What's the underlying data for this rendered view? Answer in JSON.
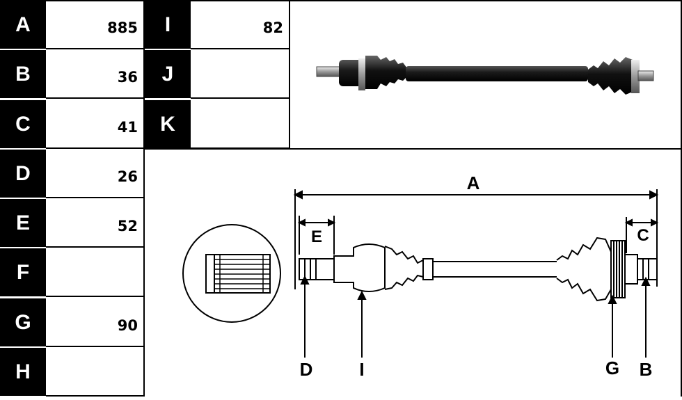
{
  "spec_table": {
    "left_rows": [
      {
        "label": "A",
        "value": "885"
      },
      {
        "label": "B",
        "value": "36"
      },
      {
        "label": "C",
        "value": "41"
      },
      {
        "label": "D",
        "value": "26"
      },
      {
        "label": "E",
        "value": "52"
      },
      {
        "label": "F",
        "value": ""
      },
      {
        "label": "G",
        "value": "90"
      },
      {
        "label": "H",
        "value": ""
      }
    ],
    "right_rows": [
      {
        "label": "I",
        "value": "82"
      },
      {
        "label": "J",
        "value": ""
      },
      {
        "label": "K",
        "value": ""
      }
    ]
  },
  "diagram": {
    "dimension_labels": {
      "A": "A",
      "B": "B",
      "C": "C",
      "D": "D",
      "E": "E",
      "G": "G",
      "I": "I"
    }
  },
  "colors": {
    "label_bg": "#000000",
    "label_text": "#ffffff",
    "line": "#000000"
  }
}
